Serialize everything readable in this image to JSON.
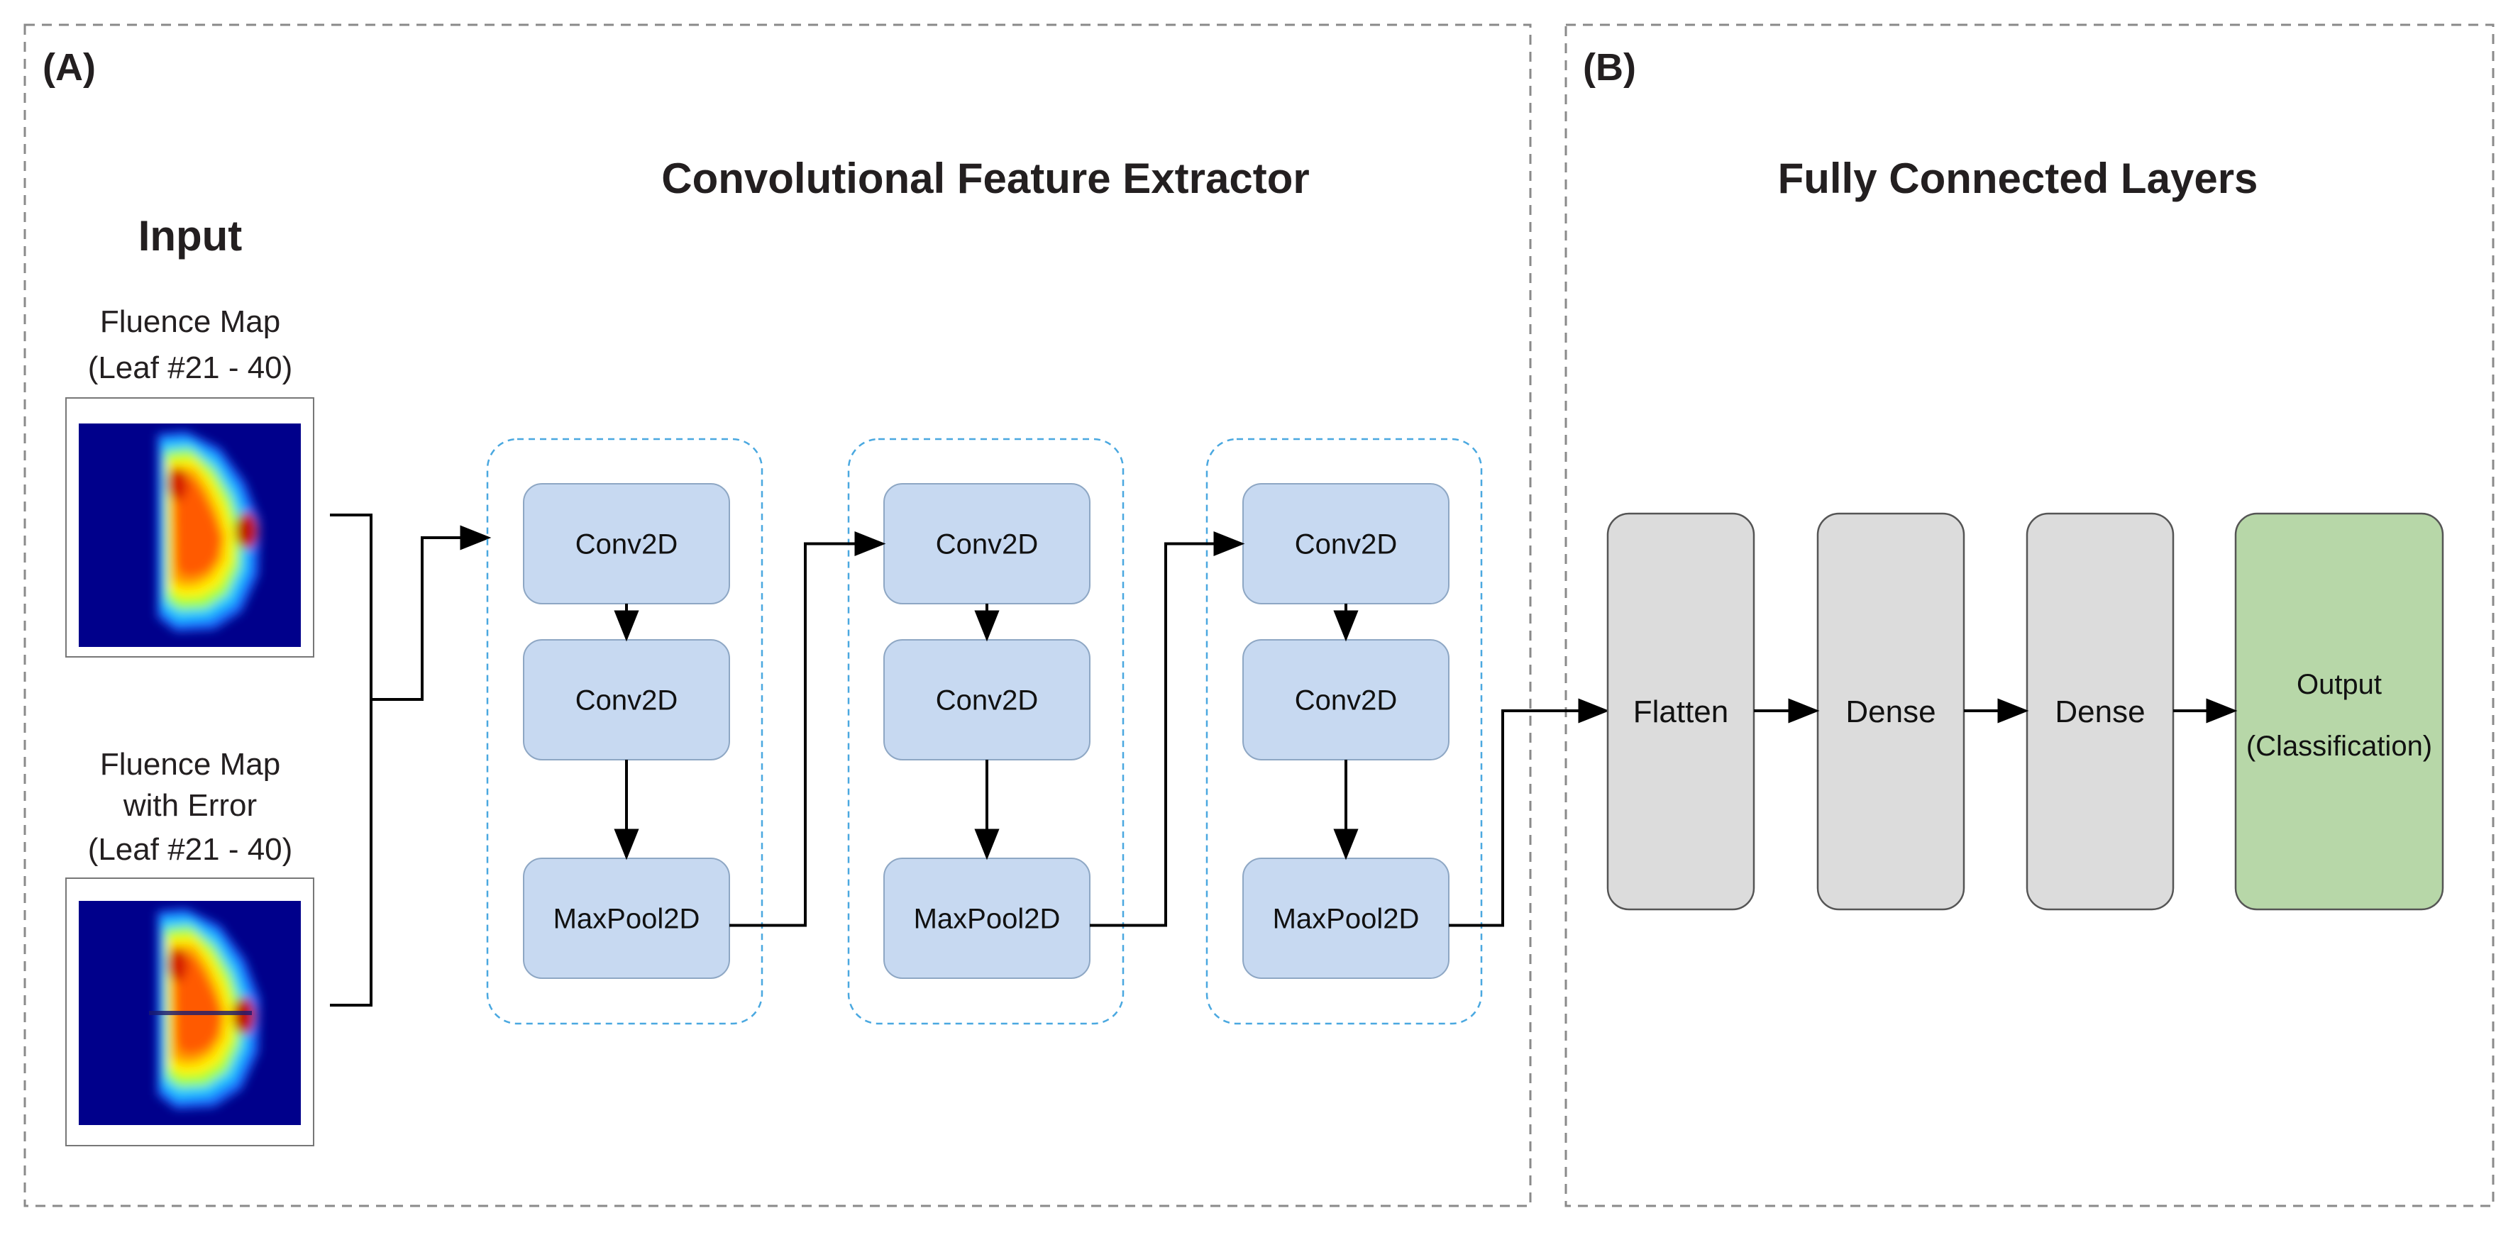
{
  "panel_a": {
    "label": "(A)",
    "title": "Convolutional Feature Extractor",
    "input_heading": "Input",
    "inputs": [
      {
        "caption_lines": [
          "Fluence Map",
          "(Leaf #21 - 40)"
        ]
      },
      {
        "caption_lines": [
          "Fluence Map",
          "with Error",
          "(Leaf #21 - 40)"
        ]
      }
    ],
    "blocks": [
      {
        "layers": [
          "Conv2D",
          "Conv2D",
          "MaxPool2D"
        ]
      },
      {
        "layers": [
          "Conv2D",
          "Conv2D",
          "MaxPool2D"
        ]
      },
      {
        "layers": [
          "Conv2D",
          "Conv2D",
          "MaxPool2D"
        ]
      }
    ]
  },
  "panel_b": {
    "label": "(B)",
    "title": "Fully Connected Layers",
    "layers": [
      "Flatten",
      "Dense",
      "Dense"
    ],
    "output_lines": [
      "Output",
      "(Classification)"
    ]
  },
  "colors": {
    "conv_node_fill": "#c7d9f1",
    "dense_node_fill": "#dcdcdc",
    "output_node_fill": "#b7d7a8",
    "group_outline": "#4aa8e0",
    "panel_outline": "#8a8a8a",
    "heatmap_background": "#00008b"
  }
}
